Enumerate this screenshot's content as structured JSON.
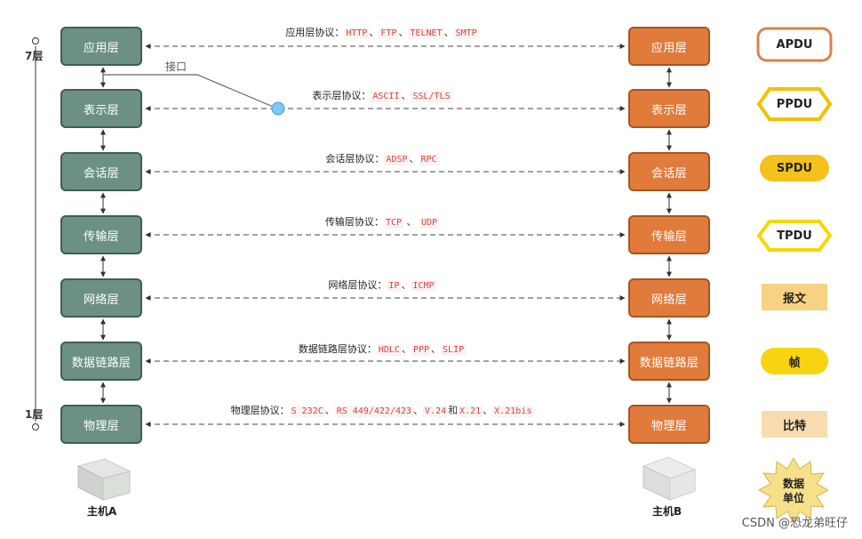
{
  "host_a": {
    "label": "主机A",
    "layers": [
      "应用层",
      "表示层",
      "会话层",
      "传输层",
      "网络层",
      "数据链路层",
      "物理层"
    ]
  },
  "host_b": {
    "label": "主机B",
    "layers": [
      "应用层",
      "表示层",
      "会话层",
      "传输层",
      "网络层",
      "数据链路层",
      "物理层"
    ]
  },
  "scale": {
    "top_label": "7层",
    "bottom_label": "1层"
  },
  "interface_label": "接口",
  "protocols": [
    {
      "name": "应用层协议：",
      "items": [
        "HTTP",
        "FTP",
        "TELNET",
        "SMTP"
      ],
      "sep": "、"
    },
    {
      "name": "表示层协议：",
      "items": [
        "ASCII",
        "SSL/TLS"
      ],
      "sep": "、"
    },
    {
      "name": "会话层协议：",
      "items": [
        "ADSP",
        "RPC"
      ],
      "sep": "、"
    },
    {
      "name": "传输层协议：",
      "items": [
        "TCP",
        "UDP"
      ],
      "sep": " 、 "
    },
    {
      "name": "网络层协议：",
      "items": [
        "IP",
        "ICMP"
      ],
      "sep": "、"
    },
    {
      "name": "数据链路层协议：",
      "items": [
        "HDLC",
        "PPP",
        "SLIP"
      ],
      "sep": "、"
    },
    {
      "name": "物理层协议：",
      "items": [
        "S 232C",
        "RS 449/422/423",
        "V.24"
      ],
      "sep": "、",
      "join_word": "和",
      "tail_items": [
        "X.21",
        "X.21bis"
      ]
    }
  ],
  "pdus": [
    "APDU",
    "PPDU",
    "SPDU",
    "TPDU",
    "报文",
    "帧",
    "比特"
  ],
  "pdu_title": "数据\n单位",
  "watermark": "CSDN @恐龙弟旺仔",
  "colors": {
    "host_a_fill": "#6c9184",
    "host_a_border": "#3e5e52",
    "host_b_fill": "#e07b3c",
    "host_b_border": "#a8541f",
    "protocol_code": "#d6453d",
    "apdu_border": "#d9824e",
    "ppdu_border": "#f2c200",
    "spdu_fill": "#f5c21b",
    "tpdu_border": "#f5d800",
    "message_fill": "#f7d283",
    "frame_fill": "#f8d410",
    "bit_fill": "#f8dcb0",
    "starburst_fill": "#f6e08a"
  }
}
